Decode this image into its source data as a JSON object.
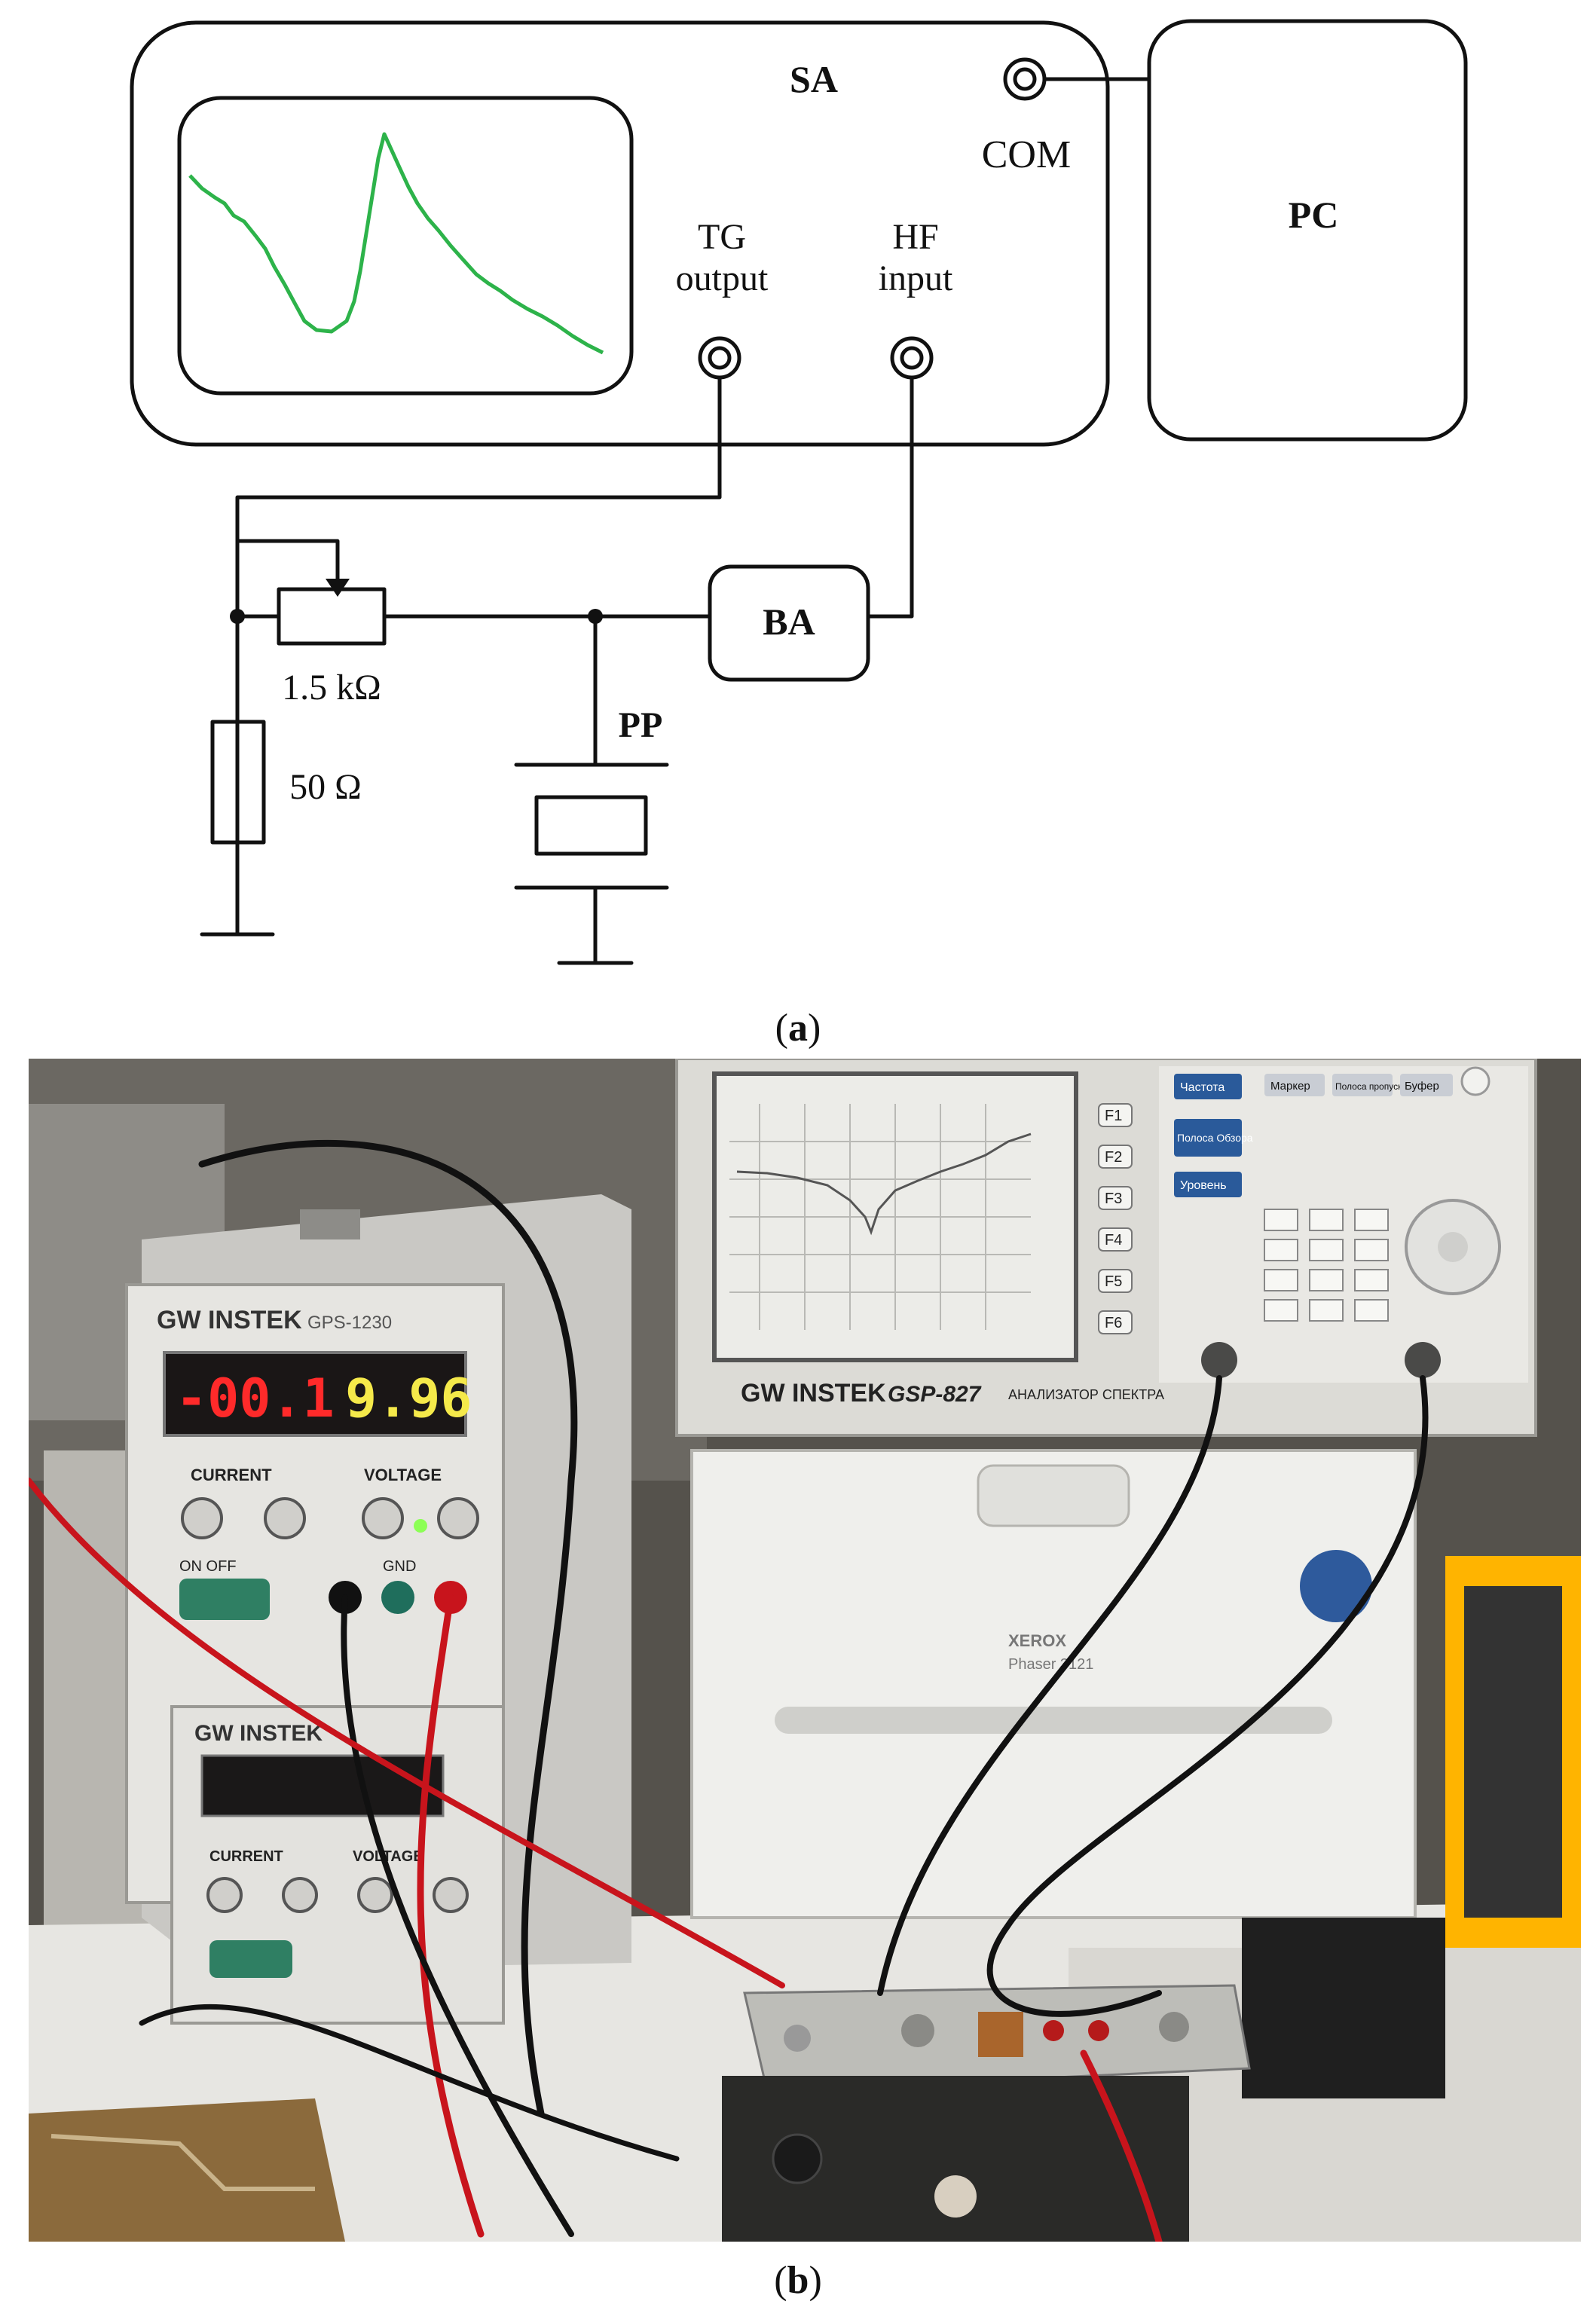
{
  "panel_a": {
    "caption_open": "(",
    "caption_letter": "a",
    "caption_close": ")",
    "labels": {
      "sa": "SA",
      "com": "COM",
      "pc": "PC",
      "tg_line1": "TG",
      "tg_line2": "output",
      "hf_line1": "HF",
      "hf_line2": "input",
      "ba": "BA",
      "pp": "PP",
      "r_pot": "1.5 kΩ",
      "r_fixed": "50 Ω"
    },
    "trace_color": "#2db34a"
  },
  "panel_b": {
    "caption_open": "(",
    "caption_letter": "b",
    "caption_close": ")",
    "psu_top": {
      "brand": "GW INSTEK",
      "model": "GPS-1230",
      "amps_reading": "-00.1",
      "volts_reading": "9.96",
      "current_label": "CURRENT",
      "voltage_label": "VOLTAGE",
      "on_off": "ON  OFF",
      "gnd": "GND"
    },
    "psu_bottom": {
      "brand": "GW INSTEK",
      "current_label": "CURRENT",
      "voltage_label": "VOLTAGE"
    },
    "analyzer": {
      "brand": "GW INSTEK",
      "model": "GSP-827",
      "subtitle": "АНАЛИЗАТОР СПЕКТРА",
      "fkeys": [
        "F1",
        "F2",
        "F3",
        "F4",
        "F5",
        "F6"
      ],
      "top_keys": [
        "Частота",
        "Маркер",
        "Полоса пропуск",
        "Буфер"
      ],
      "side_keys": [
        "Полоса Обзора",
        "Уровень"
      ]
    },
    "printer": {
      "brand": "XEROX",
      "model": "Phaser 3121"
    },
    "colors": {
      "led_red": "#ff2a2a",
      "led_amber": "#f5e94a",
      "cable_red": "#c8141c"
    }
  }
}
